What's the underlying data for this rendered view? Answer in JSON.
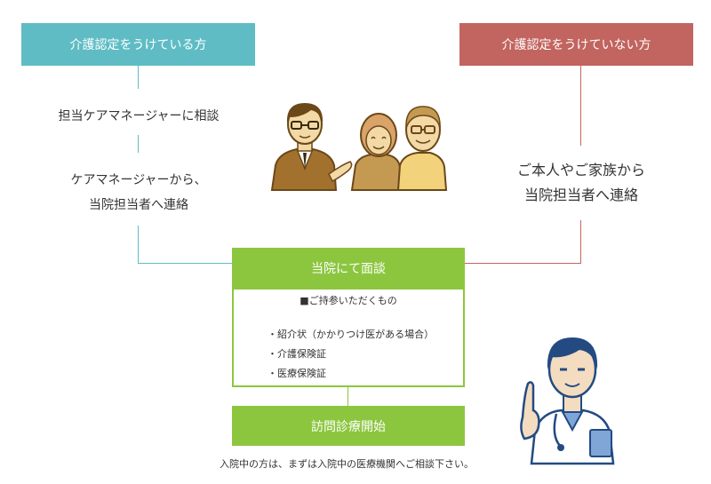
{
  "left_box": {
    "title": "介護認定をうけている方"
  },
  "right_box": {
    "title": "介護認定をうけていない方"
  },
  "left_steps": [
    {
      "text": "担当ケアマネージャーに相談"
    },
    {
      "line1": "ケアマネージャーから、",
      "line2": "当院担当者へ連絡"
    }
  ],
  "right_step": {
    "line1": "ご本人やご家族から",
    "line2": "当院担当者へ連絡"
  },
  "interview": {
    "title": "当院にて面談",
    "bring_title": "■ご持参いただくもの",
    "items": [
      "・紹介状（かかりつけ医がある場合）",
      "・介護保険証",
      "・医療保険証"
    ]
  },
  "start": {
    "title": "訪問診療開始"
  },
  "footer_note": "入院中の方は、まずは入院中の医療機関へご相談下さい。",
  "colors": {
    "teal": "#5fbcc4",
    "rose": "#c2645f",
    "green": "#8cc63f",
    "brown": "#a2712d",
    "navy": "#234b82"
  },
  "illustrations": [
    "care-manager-with-elderly-couple",
    "doctor-pointing"
  ]
}
